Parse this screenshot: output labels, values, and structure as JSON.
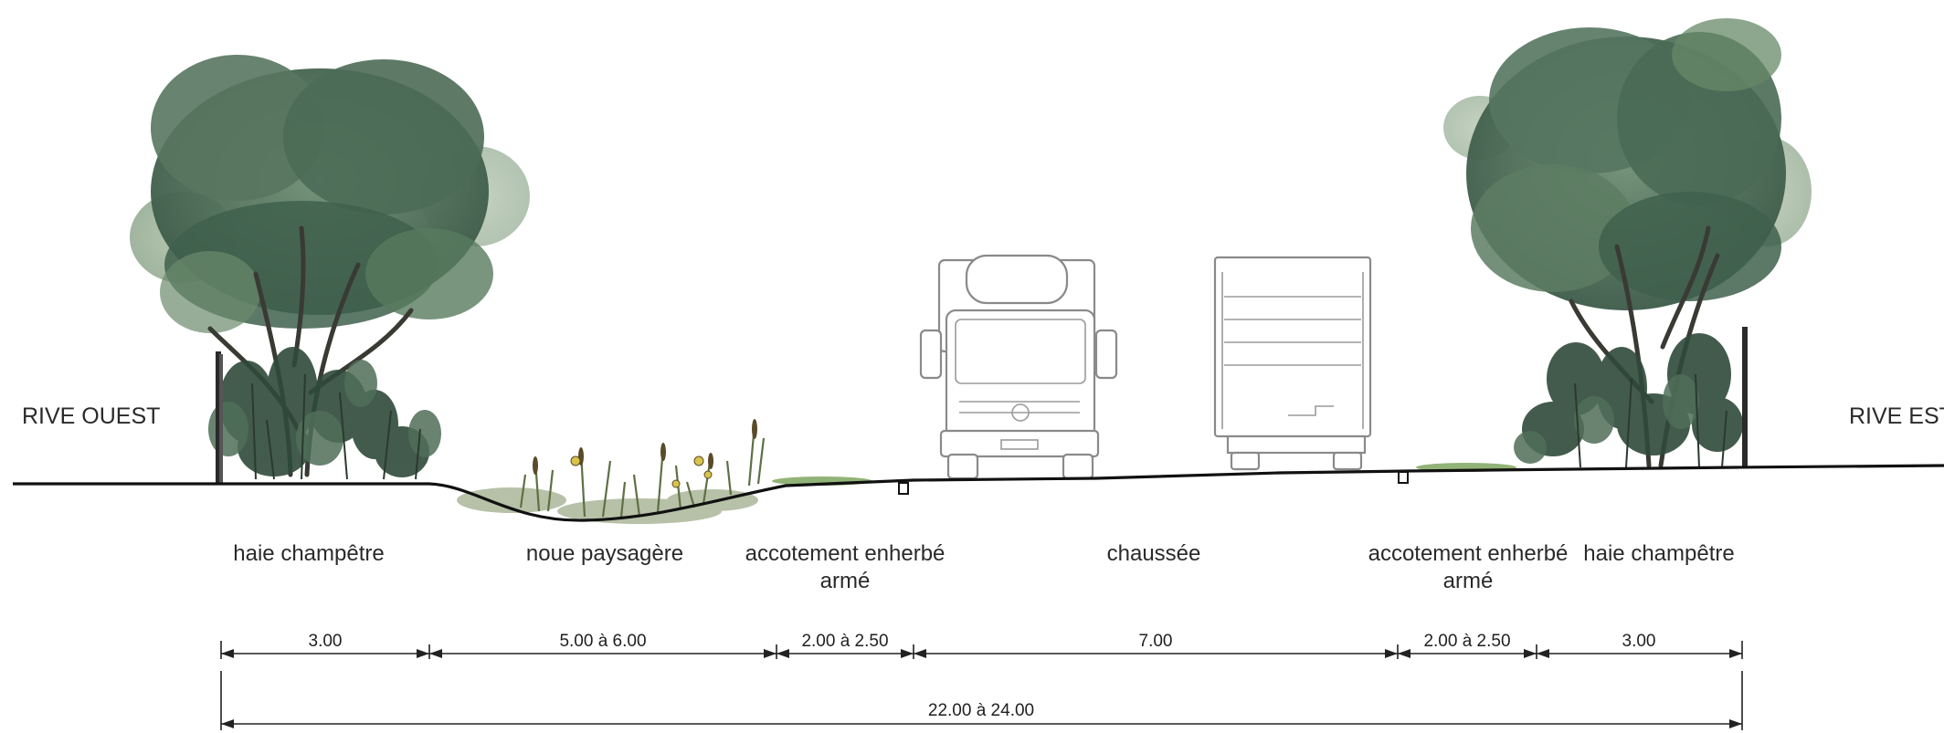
{
  "sides": {
    "west": "RIVE OUEST",
    "east": "RIVE EST"
  },
  "zones": [
    {
      "id": "haie-ouest",
      "lines": [
        "haie champêtre"
      ]
    },
    {
      "id": "noue",
      "lines": [
        "noue paysagère"
      ]
    },
    {
      "id": "accotement-ouest",
      "lines": [
        "accotement enherbé",
        "armé"
      ]
    },
    {
      "id": "chaussee",
      "lines": [
        "chaussée"
      ]
    },
    {
      "id": "accotement-est",
      "lines": [
        "accotement enherbé",
        "armé"
      ]
    },
    {
      "id": "haie-est",
      "lines": [
        "haie champêtre"
      ]
    }
  ],
  "dimensions": {
    "segments": [
      "3.00",
      "5.00 à 6.00",
      "2.00 à 2.50",
      "7.00",
      "2.00 à 2.50",
      "3.00"
    ],
    "total": "22.00 à 24.00"
  },
  "colors": {
    "foliage_dark": "#2f4a3a",
    "foliage_mid": "#4f6e58",
    "foliage_light": "#7d9a7c",
    "grass": "#6d9a4a",
    "ground_line": "#111111",
    "vehicle_stroke": "#8a8a8a"
  },
  "icons": [
    "tree",
    "hedge",
    "reeds",
    "truck-front",
    "truck-rear",
    "post"
  ]
}
